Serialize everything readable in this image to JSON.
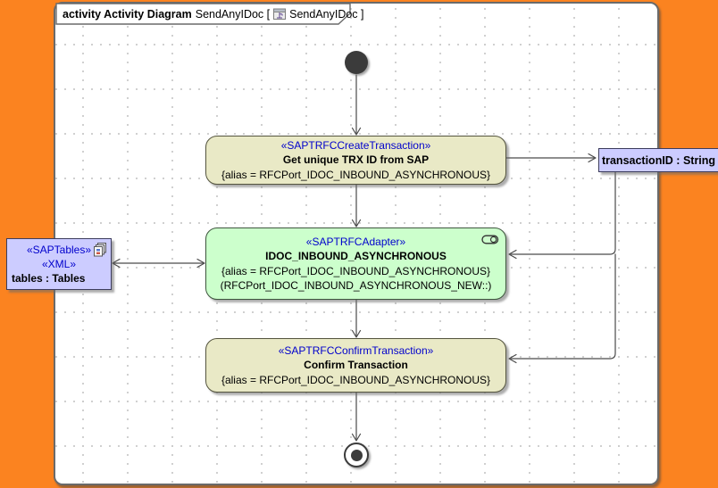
{
  "frame": {
    "kind_label": "activity Activity Diagram",
    "diagram_name": "SendAnyIDoc [",
    "diagram_ref": "SendAnyIDoc ]"
  },
  "actions": {
    "create": {
      "stereotype": "«SAPTRFCCreateTransaction»",
      "name": "Get unique TRX ID from SAP",
      "alias": "{alias = RFCPort_IDOC_INBOUND_ASYNCHRONOUS}"
    },
    "adapter": {
      "stereotype": "«SAPTRFCAdapter»",
      "name": "IDOC_INBOUND_ASYNCHRONOUS",
      "alias": "{alias = RFCPort_IDOC_INBOUND_ASYNCHRONOUS}",
      "detail": "(RFCPort_IDOC_INBOUND_ASYNCHRONOUS_NEW::)"
    },
    "confirm": {
      "stereotype": "«SAPTRFCConfirmTransaction»",
      "name": "Confirm Transaction",
      "alias": "{alias = RFCPort_IDOC_INBOUND_ASYNCHRONOUS}"
    }
  },
  "objects": {
    "transaction_id": {
      "label": "transactionID : String"
    },
    "tables": {
      "stereotype_1": "«SAPTables»",
      "stereotype_2": "«XML»",
      "label": "tables : Tables"
    }
  },
  "colors": {
    "desktop_orange": "#FB8320",
    "canvas_white": "#FFFFFF",
    "grid_dot": "#C9C9C9",
    "action_fill": "#E9E9C6",
    "adapter_fill": "#CCFFCC",
    "object_fill": "#CCCCFF",
    "stereotype_text": "#0000CC",
    "edge_line": "#4A4A4A"
  }
}
